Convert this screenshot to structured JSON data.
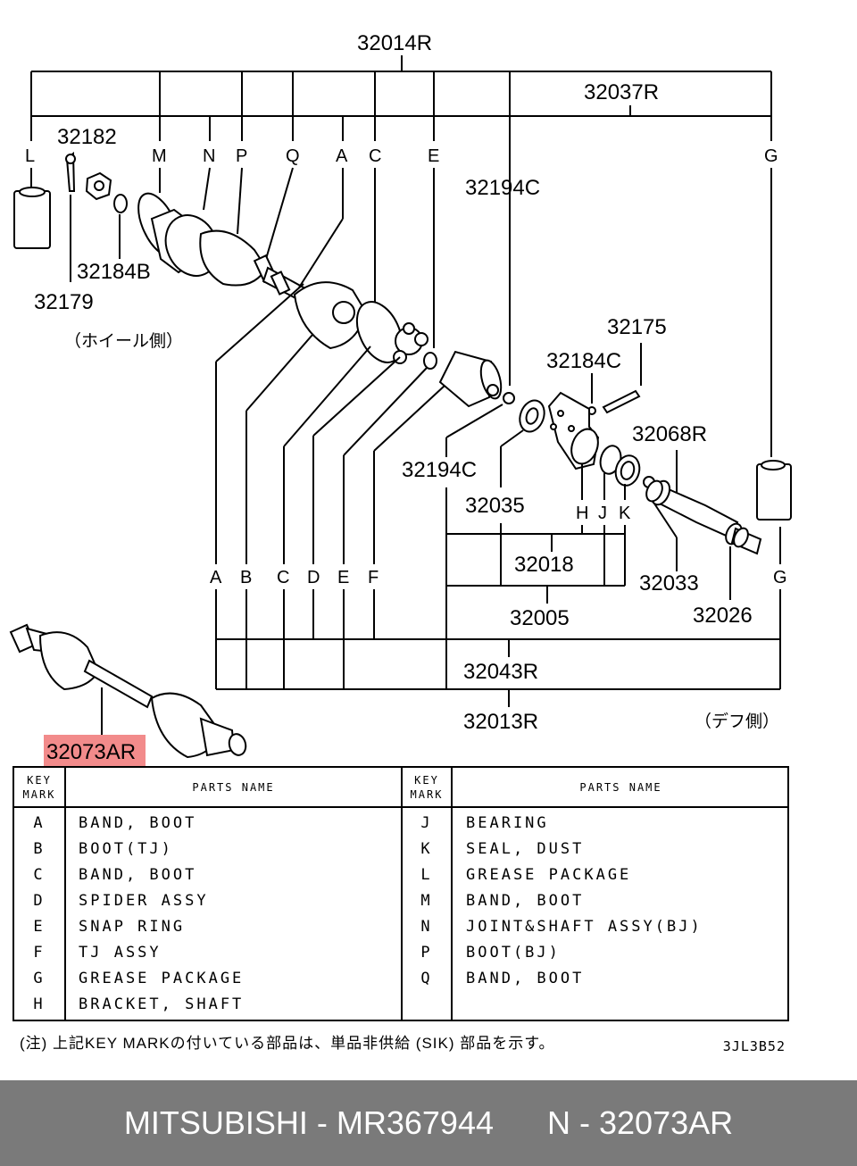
{
  "diagram": {
    "numbers": {
      "n32014R": "32014R",
      "n32037R": "32037R",
      "n32182": "32182",
      "n32184B": "32184B",
      "n32179": "32179",
      "n32194C_top": "32194C",
      "n32175": "32175",
      "n32184C": "32184C",
      "n32068R": "32068R",
      "n32194C_mid": "32194C",
      "n32035": "32035",
      "n32018": "32018",
      "n32005": "32005",
      "n32033": "32033",
      "n32026": "32026",
      "n32043R": "32043R",
      "n32013R": "32013R",
      "n32073AR": "32073AR"
    },
    "top_letters": {
      "L": "L",
      "M": "M",
      "N": "N",
      "P": "P",
      "Q": "Q",
      "A": "A",
      "C": "C",
      "E": "E",
      "G": "G"
    },
    "bottom_letters": {
      "A": "A",
      "B": "B",
      "C": "C",
      "D": "D",
      "E": "E",
      "F": "F",
      "G": "G"
    },
    "hjk_letters": {
      "H": "H",
      "J": "J",
      "K": "K"
    },
    "wheel_side_note": "（ホイール側）",
    "diff_side_note": "（デフ側）",
    "highlight_color": "#f28b8b"
  },
  "table": {
    "header_key": "KEY MARK",
    "header_name": "PARTS NAME",
    "left_rows": [
      {
        "key": "A",
        "name": "BAND, BOOT"
      },
      {
        "key": "B",
        "name": "BOOT(TJ)"
      },
      {
        "key": "C",
        "name": "BAND, BOOT"
      },
      {
        "key": "D",
        "name": "SPIDER ASSY"
      },
      {
        "key": "E",
        "name": "SNAP RING"
      },
      {
        "key": "F",
        "name": "TJ ASSY"
      },
      {
        "key": "G",
        "name": "GREASE PACKAGE"
      },
      {
        "key": "H",
        "name": "BRACKET, SHAFT"
      }
    ],
    "right_rows": [
      {
        "key": "J",
        "name": "BEARING"
      },
      {
        "key": "K",
        "name": "SEAL, DUST"
      },
      {
        "key": "L",
        "name": "GREASE PACKAGE"
      },
      {
        "key": "M",
        "name": "BAND, BOOT"
      },
      {
        "key": "N",
        "name": "JOINT&SHAFT ASSY(BJ)"
      },
      {
        "key": "P",
        "name": "BOOT(BJ)"
      },
      {
        "key": "Q",
        "name": "BAND, BOOT"
      }
    ]
  },
  "footnote": "(注) 上記KEY MARKの付いている部品は、単品非供給 (SIK) 部品を示す。",
  "doc_code": "3JL3B52",
  "caption": "MITSUBISHI - MR367944      N - 32073AR"
}
